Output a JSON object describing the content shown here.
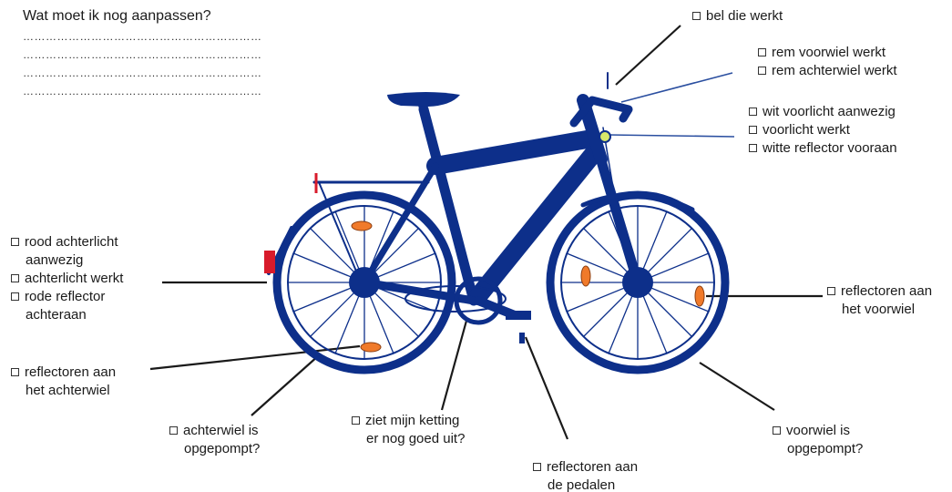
{
  "heading": "Wat moet ik nog aanpassen?",
  "answer_lines": [
    "………………………………………………………",
    "………………………………………………………",
    "………………………………………………………",
    "………………………………………………………"
  ],
  "checkbox_glyph": "□",
  "labels": {
    "bel": "bel die werkt",
    "rem_voor": "rem voorwiel werkt",
    "rem_achter": "rem achterwiel werkt",
    "wit_licht": "wit voorlicht aanwezig",
    "voorlicht": "voorlicht werkt",
    "witte_reflector": "witte reflector vooraan",
    "rood_licht_1": "rood achterlicht",
    "rood_licht_2": "aanwezig",
    "achterlicht": "achterlicht werkt",
    "rode_reflector_1": "rode reflector",
    "rode_reflector_2": "achteraan",
    "refl_achterwiel_1": "reflectoren aan",
    "refl_achterwiel_2": "het achterwiel",
    "achterwiel_1": "achterwiel is",
    "achterwiel_2": "opgepompt?",
    "ketting_1": "ziet mijn ketting",
    "ketting_2": "er nog goed uit?",
    "pedalen_1": "reflectoren aan",
    "pedalen_2": "de pedalen",
    "voorwiel_1": "voorwiel is",
    "voorwiel_2": "opgepompt?",
    "refl_voorwiel_1": "reflectoren aan",
    "refl_voorwiel_2": "het voorwiel"
  },
  "colors": {
    "bike": "#0d2f8a",
    "reflector": "#f07a2a",
    "rear_light": "#d81b2b",
    "front_light": "#d8e86a",
    "leader": "#1a1a1a"
  }
}
